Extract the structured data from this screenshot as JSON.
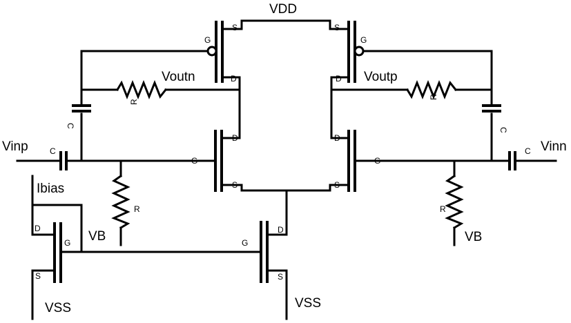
{
  "labels": {
    "vdd": "VDD",
    "vss_left": "VSS",
    "vss_right": "VSS",
    "vinp": "Vinp",
    "vinn": "Vinn",
    "voutn": "Voutn",
    "voutp": "Voutp",
    "ibias": "Ibias",
    "vb_left": "VB",
    "vb_right": "VB"
  },
  "pins": {
    "s": "S",
    "d": "D",
    "g": "G"
  },
  "components": {
    "r": "R",
    "c": "C"
  }
}
